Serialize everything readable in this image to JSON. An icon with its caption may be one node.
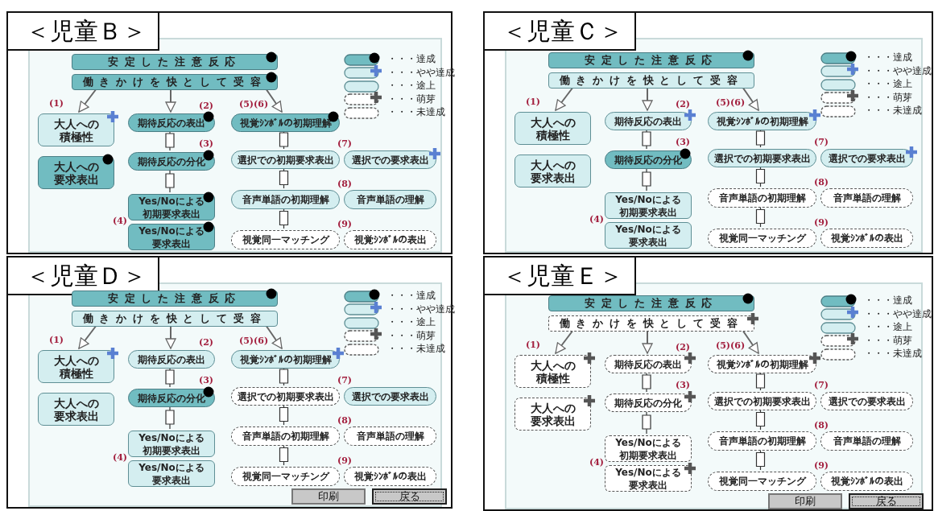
{
  "diagram": {
    "nodes": [
      {
        "text": [
          "＜児童Ｂ＞"
        ]
      },
      {
        "text": [
          "安定した注意反応"
        ],
        "in": 0
      },
      {
        "text": [
          "働きかけを快として受容"
        ],
        "in": 0
      },
      {
        "text": [
          "大人への積極性"
        ],
        "in": 0
      },
      {
        "text": [
          "大人への要求表出"
        ],
        "in": 0
      },
      {
        "text": [
          "期待反応の表出"
        ],
        "in": 0
      },
      {
        "text": [
          "期待反応の分化"
        ],
        "in": 0
      },
      {
        "text": [
          "Yes/Noによる初期要求表出"
        ],
        "in": 0
      },
      {
        "text": [
          "Yes/Noによる要求表出"
        ],
        "in": 0
      },
      {
        "text": [
          "視覚ｼﾝﾎﾞﾙの初期理解"
        ],
        "in": 0
      },
      {
        "text": [
          "選択での初期要求表出"
        ],
        "in": 0
      },
      {
        "text": [
          "選択での要求表出"
        ],
        "in": 0
      },
      {
        "text": [
          "音声単語の初期理解"
        ],
        "in": 0
      },
      {
        "text": [
          "音声単語の理解"
        ],
        "in": 0
      },
      {
        "text": [
          "視覚同一マッチング"
        ],
        "in": 0
      },
      {
        "text": [
          "視覚ｼﾝﾎﾞﾙの表出"
        ],
        "in": 0
      },
      {
        "text": [
          "＜児童Ｃ＞"
        ]
      },
      {
        "text": [
          "安定した注意反応"
        ],
        "in": 16
      },
      {
        "text": [
          "働きかけを快として受容"
        ],
        "in": 16
      },
      {
        "text": [
          "大人への積極性"
        ],
        "in": 16
      },
      {
        "text": [
          "大人への要求表出"
        ],
        "in": 16
      },
      {
        "text": [
          "期待反応の表出"
        ],
        "in": 16
      },
      {
        "text": [
          "期待反応の分化"
        ],
        "in": 16
      },
      {
        "text": [
          "Yes/Noによる初期要求表出"
        ],
        "in": 16
      },
      {
        "text": [
          "Yes/Noによる要求表出"
        ],
        "in": 16
      },
      {
        "text": [
          "視覚ｼﾝﾎﾞﾙの初期理解"
        ],
        "in": 16
      },
      {
        "text": [
          "選択での初期要求表出"
        ],
        "in": 16
      },
      {
        "text": [
          "選択での要求表出"
        ],
        "in": 16
      },
      {
        "text": [
          "音声単語の初期理解"
        ],
        "in": 16
      },
      {
        "text": [
          "音声単語の理解"
        ],
        "in": 16
      },
      {
        "text": [
          "視覚同一マッチング"
        ],
        "in": 16
      },
      {
        "text": [
          "視覚ｼﾝﾎﾞﾙの表出"
        ],
        "in": 16
      },
      {
        "text": [
          "＜児童Ｄ＞"
        ]
      },
      {
        "text": [
          "安定した注意反応"
        ],
        "in": 32
      },
      {
        "text": [
          "働きかけを快として受容"
        ],
        "in": 32
      },
      {
        "text": [
          "大人への積極性"
        ],
        "in": 32
      },
      {
        "text": [
          "大人への要求表出"
        ],
        "in": 32
      },
      {
        "text": [
          "期待反応の表出"
        ],
        "in": 32
      },
      {
        "text": [
          "期待反応の分化"
        ],
        "in": 32
      },
      {
        "text": [
          "Yes/Noによる初期要求表出"
        ],
        "in": 32
      },
      {
        "text": [
          "Yes/Noによる要求表出"
        ],
        "in": 32
      },
      {
        "text": [
          "視覚ｼﾝﾎﾞﾙの初期理解"
        ],
        "in": 32
      },
      {
        "text": [
          "選択での初期要求表出"
        ],
        "in": 32
      },
      {
        "text": [
          "選択での要求表出"
        ],
        "in": 32
      },
      {
        "text": [
          "音声単語の初期理解"
        ],
        "in": 32
      },
      {
        "text": [
          "音声単語の理解"
        ],
        "in": 32
      },
      {
        "text": [
          "視覚同一マッチング"
        ],
        "in": 32
      },
      {
        "text": [
          "視覚ｼﾝﾎﾞﾙの表出"
        ],
        "in": 32
      },
      {
        "text": [
          "＜児童Ｅ＞"
        ]
      },
      {
        "text": [
          "安定した注意反応"
        ],
        "in": 48
      },
      {
        "text": [
          "働きかけを快として受容"
        ],
        "in": 48
      },
      {
        "text": [
          "大人への積極性"
        ],
        "in": 48
      },
      {
        "text": [
          "大人への要求表出"
        ],
        "in": 48
      },
      {
        "text": [
          "期待反応の表出"
        ],
        "in": 48
      },
      {
        "text": [
          "期待反応の分化"
        ],
        "in": 48
      },
      {
        "text": [
          "Yes/Noによる初期要求表出"
        ],
        "in": 48
      },
      {
        "text": [
          "Yes/Noによる要求表出"
        ],
        "in": 48
      },
      {
        "text": [
          "視覚ｼﾝﾎﾞﾙの初期理解"
        ],
        "in": 48
      },
      {
        "text": [
          "選択での初期要求表出"
        ],
        "in": 48
      },
      {
        "text": [
          "選択での要求表出"
        ],
        "in": 48
      },
      {
        "text": [
          "音声単語の初期理解"
        ],
        "in": 48
      },
      {
        "text": [
          "音声単語の理解"
        ],
        "in": 48
      },
      {
        "text": [
          "視覚同一マッチング"
        ],
        "in": 48
      },
      {
        "text": [
          "視覚ｼﾝﾎﾞﾙの表出"
        ],
        "in": 48
      }
    ],
    "edges": [
      {
        "from": 2,
        "to": 3,
        "arrow": "to"
      },
      {
        "from": 2,
        "to": 5,
        "arrow": "to"
      },
      {
        "from": 2,
        "to": 9,
        "arrow": "to"
      },
      {
        "from": 5,
        "to": 6,
        "arrow": "none"
      },
      {
        "from": 6,
        "to": 7,
        "arrow": "none"
      },
      {
        "from": 9,
        "to": 10,
        "arrow": "none"
      },
      {
        "from": 10,
        "to": 12,
        "arrow": "none"
      },
      {
        "from": 12,
        "to": 14,
        "arrow": "none"
      },
      {
        "from": 18,
        "to": 19,
        "arrow": "to"
      },
      {
        "from": 18,
        "to": 21,
        "arrow": "to"
      },
      {
        "from": 18,
        "to": 25,
        "arrow": "to"
      },
      {
        "from": 21,
        "to": 22,
        "arrow": "none"
      },
      {
        "from": 22,
        "to": 23,
        "arrow": "none"
      },
      {
        "from": 25,
        "to": 26,
        "arrow": "none"
      },
      {
        "from": 26,
        "to": 28,
        "arrow": "none"
      },
      {
        "from": 28,
        "to": 30,
        "arrow": "none"
      },
      {
        "from": 34,
        "to": 35,
        "arrow": "to"
      },
      {
        "from": 34,
        "to": 37,
        "arrow": "to"
      },
      {
        "from": 34,
        "to": 41,
        "arrow": "to"
      },
      {
        "from": 37,
        "to": 38,
        "arrow": "none"
      },
      {
        "from": 38,
        "to": 39,
        "arrow": "none"
      },
      {
        "from": 41,
        "to": 42,
        "arrow": "none"
      },
      {
        "from": 42,
        "to": 44,
        "arrow": "none"
      },
      {
        "from": 44,
        "to": 46,
        "arrow": "none"
      },
      {
        "from": 50,
        "to": 51,
        "arrow": "to"
      },
      {
        "from": 50,
        "to": 53,
        "arrow": "to"
      },
      {
        "from": 50,
        "to": 57,
        "arrow": "to"
      },
      {
        "from": 53,
        "to": 54,
        "arrow": "none"
      },
      {
        "from": 54,
        "to": 55,
        "arrow": "none"
      },
      {
        "from": 57,
        "to": 58,
        "arrow": "none"
      },
      {
        "from": 58,
        "to": 60,
        "arrow": "none"
      },
      {
        "from": 60,
        "to": 62,
        "arrow": "none"
      }
    ],
    "labels": [
      "(1)",
      "(2)",
      "(3)",
      "(4)",
      "(5)(6)",
      "(7)",
      "(8)",
      "(9)",
      "(1)",
      "(2)",
      "(3)",
      "(4)",
      "(5)(6)",
      "(7)",
      "(8)",
      "(9)",
      "(1)",
      "(2)",
      "(3)",
      "(4)",
      "(5)(6)",
      "(7)",
      "(8)",
      "(9)",
      "印刷",
      "戻る",
      "(1)",
      "(2)",
      "(3)",
      "(4)",
      "(5)(6)",
      "(7)",
      "(8)",
      "(9)",
      "印刷",
      "戻る"
    ],
    "legend": [
      {
        "text": "・・・達成"
      },
      {
        "text": "・・・やや達成"
      },
      {
        "text": "・・・途上"
      },
      {
        "text": "・・・萌芽"
      },
      {
        "text": "・・・未達成"
      },
      {
        "text": "・・・達成"
      },
      {
        "text": "・・・やや達成"
      },
      {
        "text": "・・・途上"
      },
      {
        "text": "・・・萌芽"
      },
      {
        "text": "・・・未達成"
      },
      {
        "text": "・・・達成"
      },
      {
        "text": "・・・やや達成"
      },
      {
        "text": "・・・途上"
      },
      {
        "text": "・・・萌芽"
      },
      {
        "text": "・・・未達成"
      },
      {
        "text": "・・・達成"
      },
      {
        "text": "・・・やや達成"
      },
      {
        "text": "・・・途上"
      },
      {
        "text": "・・・萌芽"
      },
      {
        "text": "・・・未達成"
      }
    ]
  }
}
